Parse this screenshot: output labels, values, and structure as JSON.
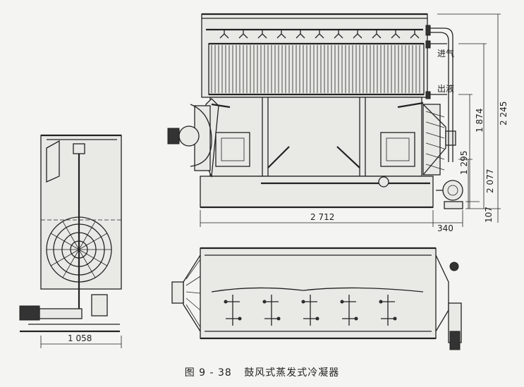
{
  "caption": {
    "figure_no": "图 9 - 38",
    "title": "鼓风式蒸发式冷凝器"
  },
  "labels": {
    "inlet": "进气",
    "outlet": "出液"
  },
  "dimensions": {
    "width_main": "2 712",
    "width_small": "340",
    "h_2245": "2 245",
    "h_1874": "1 874",
    "h_1295": "1 295",
    "h_2077": "2 077",
    "h_107": "107",
    "side_width": "1 058"
  }
}
